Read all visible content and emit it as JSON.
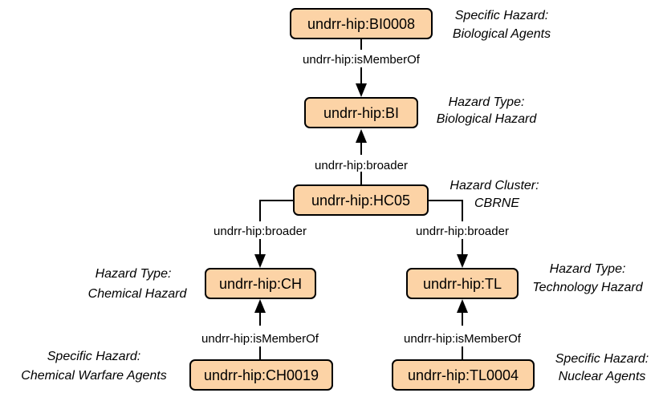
{
  "nodes": {
    "bi0008": "undrr-hip:BI0008",
    "bi": "undrr-hip:BI",
    "hc05": "undrr-hip:HC05",
    "ch": "undrr-hip:CH",
    "tl": "undrr-hip:TL",
    "ch0019": "undrr-hip:CH0019",
    "tl0004": "undrr-hip:TL0004"
  },
  "edges": {
    "bi0008_to_bi": "undrr-hip:isMemberOf",
    "hc05_to_bi": "undrr-hip:broader",
    "ch_to_hc05": "undrr-hip:broader",
    "tl_to_hc05": "undrr-hip:broader",
    "ch0019_to_ch": "undrr-hip:isMemberOf",
    "tl0004_to_tl": "undrr-hip:isMemberOf"
  },
  "annotations": {
    "bi0008": [
      "Specific Hazard:",
      "Biological Agents"
    ],
    "bi": [
      "Hazard Type:",
      "Biological Hazard"
    ],
    "hc05": [
      "Hazard Cluster:",
      "CBRNE"
    ],
    "ch": [
      "Hazard Type:",
      "Chemical Hazard"
    ],
    "tl": [
      "Hazard Type:",
      "Technology Hazard"
    ],
    "ch0019": [
      "Specific Hazard:",
      "Chemical Warfare Agents"
    ],
    "tl0004": [
      "Specific Hazard:",
      "Nuclear Agents"
    ]
  },
  "colors": {
    "node_fill": "#fcd3a6",
    "stroke": "#000000"
  }
}
